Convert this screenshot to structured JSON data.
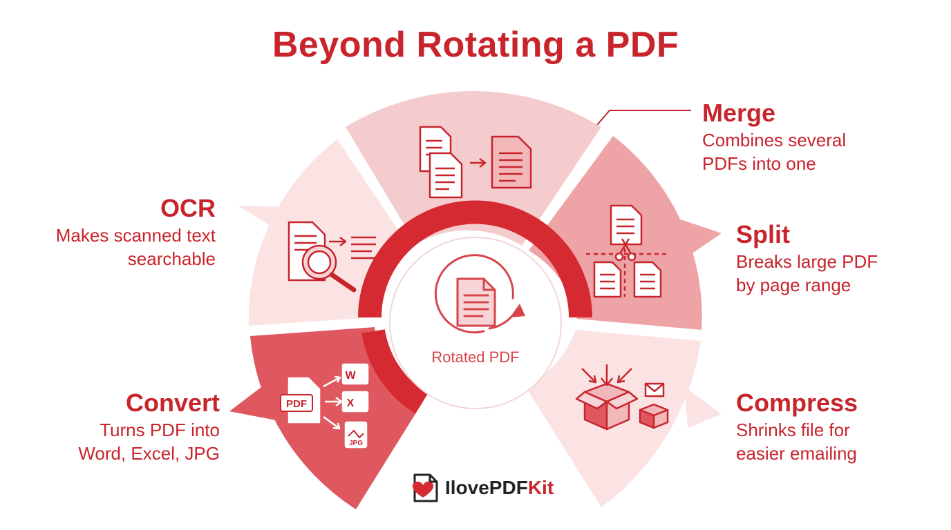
{
  "title": "Beyond Rotating a PDF",
  "center": {
    "label": "Rotated PDF"
  },
  "segments": [
    {
      "id": "merge",
      "title": "Merge",
      "desc1": "Combines several",
      "desc2": "PDFs into one",
      "icon": "merge-documents-icon"
    },
    {
      "id": "split",
      "title": "Split",
      "desc1": "Breaks large PDF",
      "desc2": "by page range",
      "icon": "split-scissors-icon"
    },
    {
      "id": "compress",
      "title": "Compress",
      "desc1": "Shrinks file for",
      "desc2": "easier emailing",
      "icon": "compress-box-icon"
    },
    {
      "id": "convert",
      "title": "Convert",
      "desc1": "Turns PDF into",
      "desc2": "Word, Excel, JPG",
      "icon": "convert-formats-icon"
    },
    {
      "id": "ocr",
      "title": "OCR",
      "desc1": "Makes scanned text",
      "desc2": "searchable",
      "icon": "ocr-magnifier-icon"
    }
  ],
  "icon_text": {
    "pdf": "PDF",
    "word": "W",
    "excel": "X",
    "jpg": "JPG"
  },
  "brand": {
    "part1": "IlovePDF",
    "part2": "Kit",
    "icon": "heart-document-logo-icon"
  },
  "colors": {
    "accent": "#c8242c",
    "merge": "#f5cccd",
    "split": "#eea3a6",
    "compress": "#fbe3e4",
    "convert": "#e0585f",
    "ocr": "#fbe3e4",
    "ring": "#d52a32"
  }
}
